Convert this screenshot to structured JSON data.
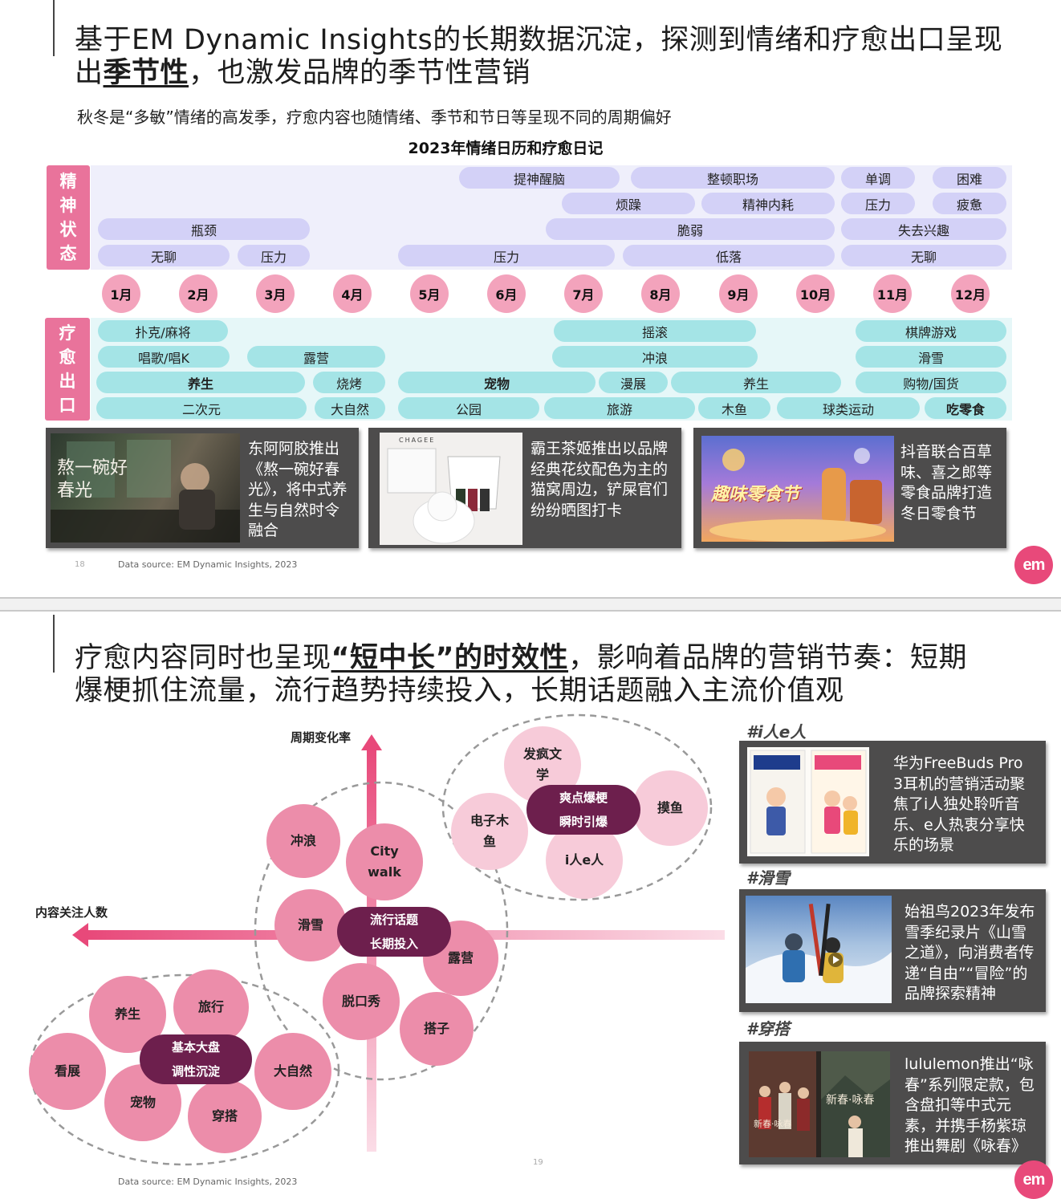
{
  "slide1": {
    "title_line1": "基于EM Dynamic Insights的长期数据沉淀，探测到情绪和疗愈出口呈现",
    "title_line2_prefix": "出",
    "title_line2_bold": "季节性",
    "title_line2_suffix": "，也激发品牌的季节性营销",
    "subtitle": "秋冬是“多敏”情绪的高发季，疗愈内容也随情绪、季节和节日等呈现不同的周期偏好",
    "calendar_title": "2023年情绪日历和疗愈日记",
    "mental_label": [
      "精",
      "神",
      "状",
      "态"
    ],
    "healing_label": [
      "疗",
      "愈",
      "出",
      "口"
    ],
    "mental_pills": [
      "提神醒脑",
      "整顿职场",
      "单调",
      "困难",
      "烦躁",
      "精神内耗",
      "压力",
      "疲惫",
      "瓶颈",
      "脆弱",
      "失去兴趣",
      "无聊",
      "压力",
      "压力",
      "低落",
      "无聊"
    ],
    "months": [
      "1月",
      "2月",
      "3月",
      "4月",
      "5月",
      "6月",
      "7月",
      "8月",
      "9月",
      "10月",
      "11月",
      "12月"
    ],
    "healing_pills": [
      "扑克/麻将",
      "摇滚",
      "棋牌游戏",
      "唱歌/唱K",
      "露营",
      "冲浪",
      "滑雪",
      "养生",
      "烧烤",
      "宠物",
      "漫展",
      "养生",
      "购物/国货",
      "二次元",
      "大自然",
      "公园",
      "旅游",
      "木鱼",
      "球类运动",
      "吃零食"
    ],
    "cards": [
      {
        "text": "东阿阿胶推出《熬一碗好春光》，将中式养生与自然时令融合",
        "img_caption": "熬一碗好春光"
      },
      {
        "text": "霸王茶姬推出以品牌经典花纹配色为主的猫窝周边，铲屎官们纷纷晒图打卡",
        "img_caption": "CHAGEE"
      },
      {
        "text": "抖音联合百草味、喜之郎等零食品牌打造冬日零食节",
        "img_caption": "趣味零食节"
      }
    ],
    "page_number": "18",
    "source": "Data source: EM Dynamic Insights, 2023",
    "logo": "em"
  },
  "slide2": {
    "title_part1": "疗愈内容同时也呈现",
    "title_bold": "“短中长”的时效性",
    "title_part2": "，影响着品牌的营销节奏：短期",
    "title_line2": "爆梗抓住流量，流行趋势持续投入，长期话题融入主流价值观",
    "y_axis_label": "周期变化率",
    "x_axis_label": "内容关注人数",
    "short_core": [
      "爽点爆梗",
      "瞬时引爆"
    ],
    "short_bubbles": [
      "发疯文学",
      "摸鱼",
      "电子木鱼",
      "i人e人"
    ],
    "mid_core": [
      "流行话题",
      "长期投入"
    ],
    "mid_bubbles": [
      "冲浪",
      "City walk",
      "滑雪",
      "露营",
      "脱口秀",
      "搭子"
    ],
    "long_core": [
      "基本大盘",
      "调性沉淀"
    ],
    "long_bubbles": [
      "养生",
      "旅行",
      "看展",
      "大自然",
      "宠物",
      "穿搭"
    ],
    "cases": [
      {
        "tag": "#i人e人",
        "text": "华为FreeBuds Pro 3耳机的营销活动聚焦了i人独处聆听音乐、e人热衷分享快乐的场景"
      },
      {
        "tag": "#滑雪",
        "text": "始祖鸟2023年发布雪季纪录片《山雪之道》，向消费者传递“自由”“冒险”的品牌探索精神"
      },
      {
        "tag": "#穿搭",
        "text": "lululemon推出“咏春”系列限定款，包含盘扣等中式元素，并携手杨紫琼推出舞剧《咏春》"
      }
    ],
    "img_texts": [
      "新春·咏春",
      "新春·咏春"
    ],
    "page_number": "19",
    "source": "Data source: EM Dynamic Insights, 2023",
    "logo": "em"
  },
  "colors": {
    "pink": "#e9739b",
    "lavender": "#d3d1f7",
    "cyan": "#a4e4e6",
    "plum": "#6d1f4d",
    "card": "#4d4c4c"
  }
}
